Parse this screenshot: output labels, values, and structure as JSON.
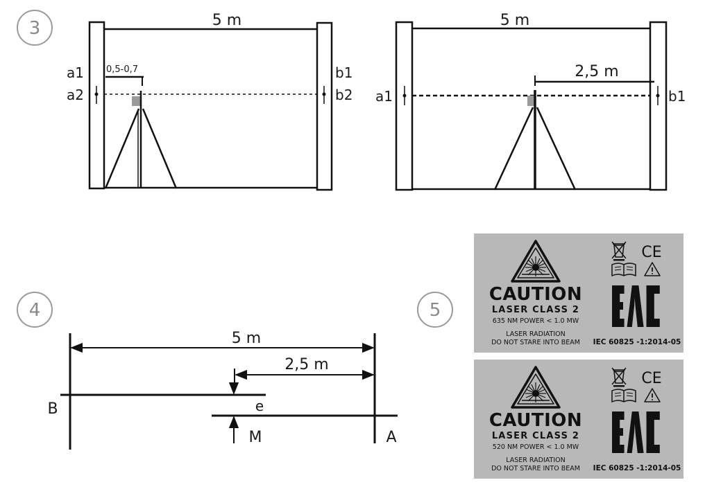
{
  "step3": {
    "number": "3",
    "left": {
      "distance": "5 m",
      "offset": "0,5-0,7",
      "label_a1": "a1",
      "label_a2": "a2",
      "label_b1": "b1",
      "label_b2": "b2"
    },
    "right": {
      "distance": "5 m",
      "half_distance": "2,5 m",
      "label_a1": "a1",
      "label_b1": "b1"
    }
  },
  "step4": {
    "number": "4",
    "distance": "5 m",
    "half_distance": "2,5 m",
    "label_B": "B",
    "label_A": "A",
    "label_M": "M",
    "label_e": "e"
  },
  "step5": {
    "number": "5",
    "labels": [
      {
        "caution": "CAUTION",
        "laser_class": "LASER CLASS 2",
        "power": "635 NM POWER < 1.0 MW",
        "radiation_line1": "LASER RADIATION",
        "radiation_line2": "DO NOT STARE INTO BEAM",
        "ce_mark": "CE",
        "eac_mark": "EAC",
        "standard": "IEC 60825 -1:2014-05"
      },
      {
        "caution": "CAUTION",
        "laser_class": "LASER CLASS 2",
        "power": "520 NM POWER < 1.0 MW",
        "radiation_line1": "LASER RADIATION",
        "radiation_line2": "DO NOT STARE INTO BEAM",
        "ce_mark": "CE",
        "eac_mark": "EAC",
        "standard": "IEC 60825 -1:2014-05"
      }
    ]
  },
  "colors": {
    "line": "#111111",
    "card_bg": "#b8b8b8",
    "marker": "#9a9a9a",
    "step_circle": "#8a8a8a"
  }
}
